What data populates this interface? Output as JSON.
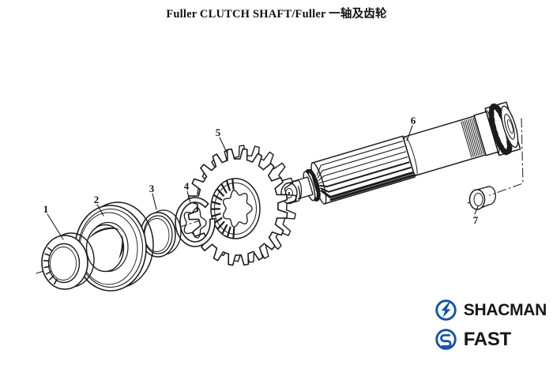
{
  "title": "Fuller CLUTCH SHAFT/Fuller 一轴及齿轮",
  "diagram": {
    "parts": [
      {
        "number": "1"
      },
      {
        "number": "2"
      },
      {
        "number": "3"
      },
      {
        "number": "4"
      },
      {
        "number": "5"
      },
      {
        "number": "6"
      },
      {
        "number": "7"
      }
    ]
  },
  "branding": {
    "shacman_label": "SHACMAN",
    "fast_label": "FAST"
  },
  "colors": {
    "line": "#1b1b1b",
    "logo_blue": "#1456a2",
    "background": "#ffffff"
  }
}
